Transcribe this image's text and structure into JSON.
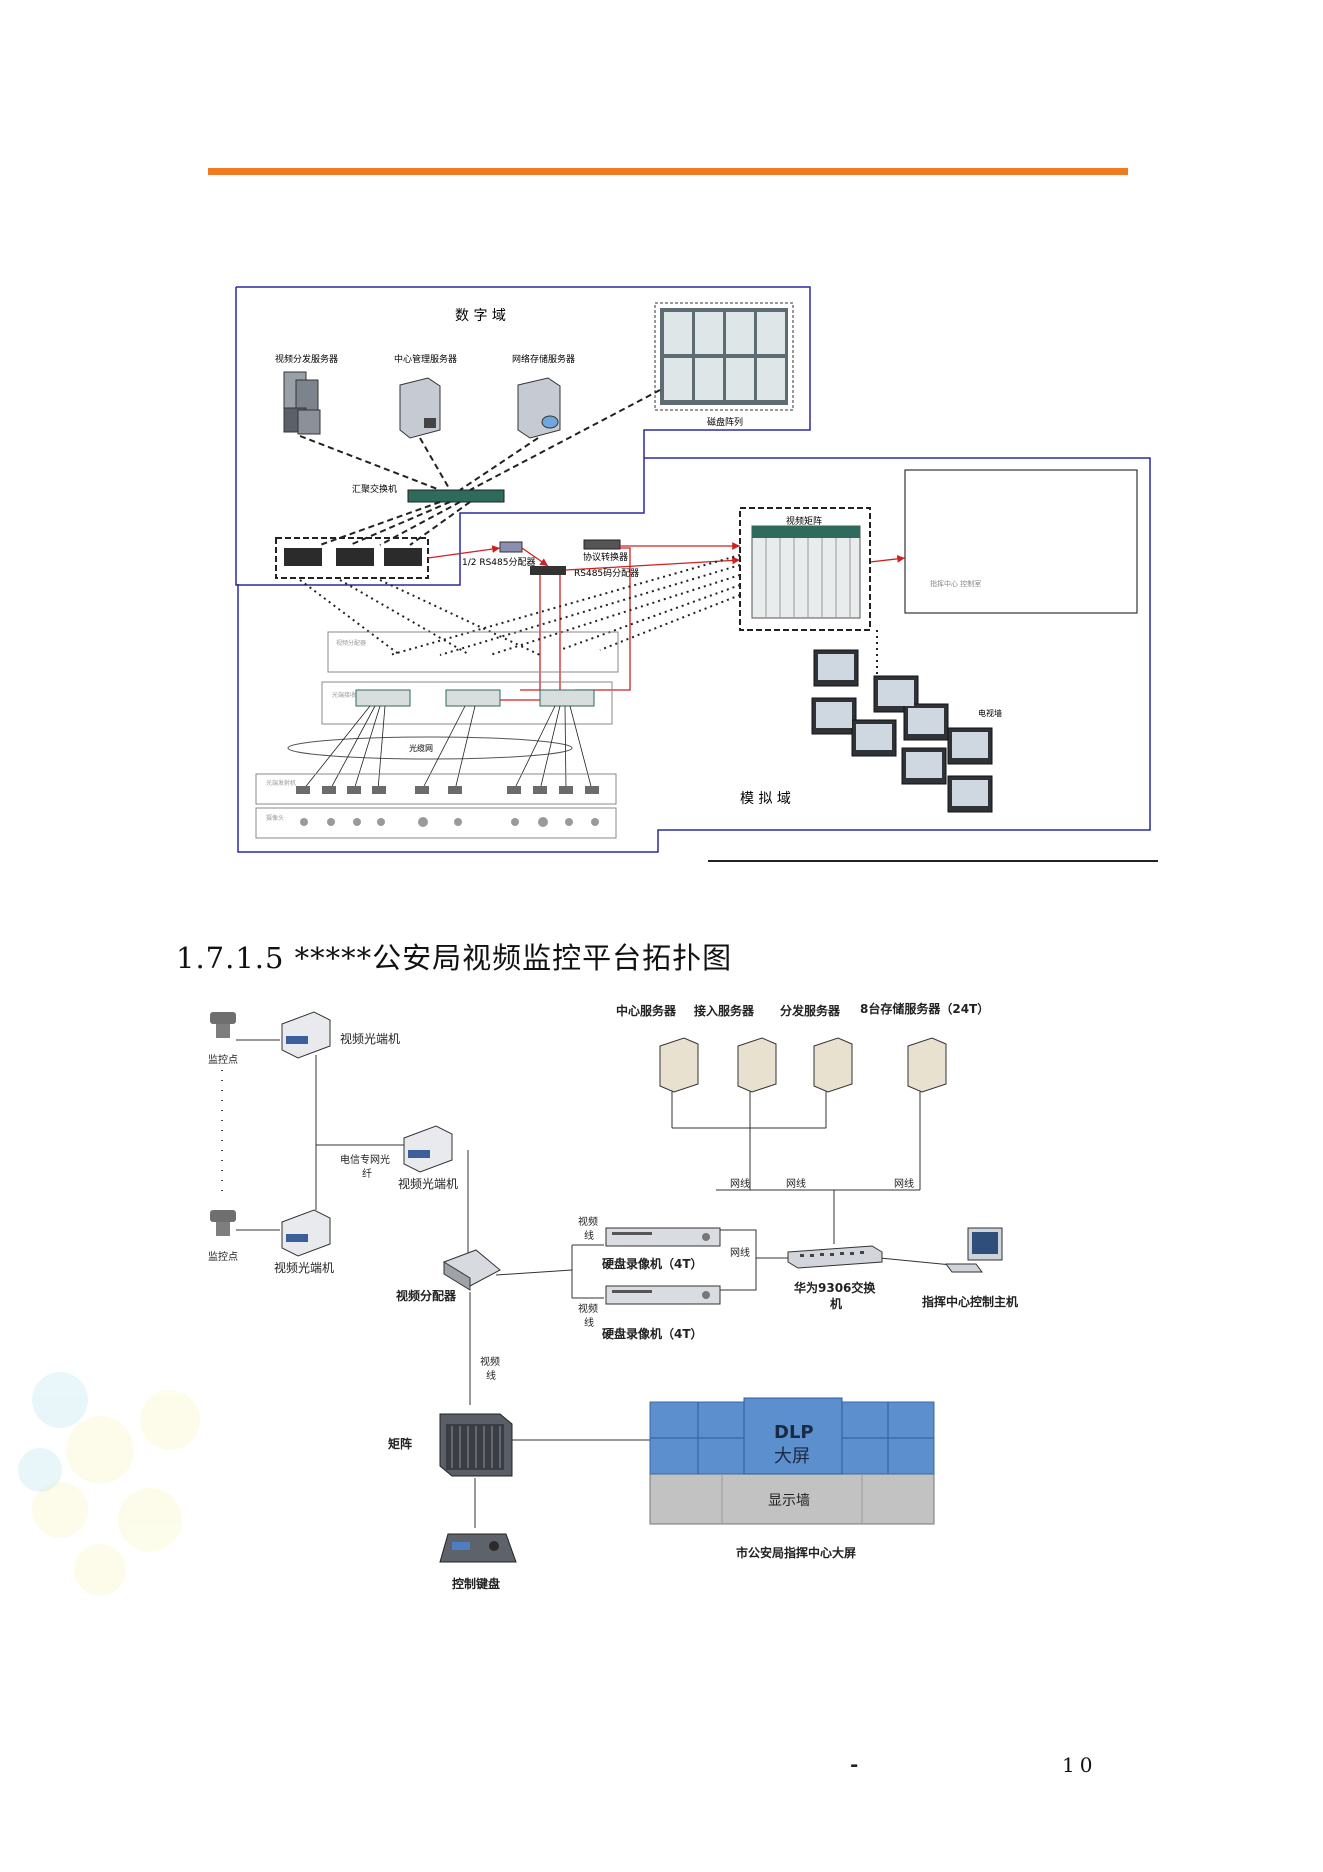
{
  "diagram1": {
    "digital_domain": "数 字 域",
    "video_dist_server": "视频分发服务器",
    "central_mgmt_server": "中心管理服务器",
    "network_storage_server": "网络存储服务器",
    "disk_array": "磁盘阵列",
    "aggregation_switch": "汇聚交换机",
    "rs485_half": "1/2 RS485分配器",
    "protocol_converter": "协议转换器",
    "rs485_dist": "RS485码分配器",
    "video_matrix": "视频矩阵",
    "command_center": "指挥中心 控制室",
    "video_distributor_rack": "视频分配器",
    "optical_receiver_rack": "光端接收机",
    "optical_network": "光缆网",
    "optical_transmitter_row": "光端发射机",
    "camera_row": "摄像头",
    "tv_wall": "电视墙",
    "analog_domain": "模 拟 域"
  },
  "section": {
    "heading": "1.7.1.5 *****公安局视频监控平台拓扑图"
  },
  "diagram2": {
    "monitor_point_1": "监控点",
    "monitor_point_2": "监控点",
    "optical_terminal_top": "视频光端机",
    "optical_terminal_mid": "视频光端机",
    "optical_terminal_bottom": "视频光端机",
    "telecom_fiber_1": "电信专网光",
    "telecom_fiber_2": "纤",
    "video_distributor": "视频分配器",
    "video_line_a1": "视频",
    "video_line_a2": "线",
    "video_line_b1": "视频",
    "video_line_b2": "线",
    "video_line_c1": "视频",
    "video_line_c2": "线",
    "dvr_1": "硬盘录像机（4T）",
    "dvr_2": "硬盘录像机（4T）",
    "network_line_1": "网线",
    "network_line_2": "网线",
    "network_line_3": "网线",
    "network_line_4": "网线",
    "central_server": "中心服务器",
    "access_server": "接入服务器",
    "dist_server": "分发服务器",
    "storage_server": "8台存储服务器（24T）",
    "huawei_switch_1": "华为9306交换",
    "huawei_switch_2": "机",
    "command_host": "指挥中心控制主机",
    "matrix": "矩阵",
    "control_keyboard": "控制键盘",
    "dlp": "DLP",
    "big_screen": "大屏",
    "display_wall": "显示墙",
    "city_screen_caption": "市公安局指挥中心大屏"
  },
  "footer": {
    "dash": "-",
    "page_number": "10"
  },
  "colors": {
    "accent_orange": "#f07a22",
    "domain_border_blue": "#2a2aa0",
    "control_line_red": "#d02020",
    "dlp_blue": "#5b8fce",
    "wall_gray": "#c2c2c2"
  }
}
